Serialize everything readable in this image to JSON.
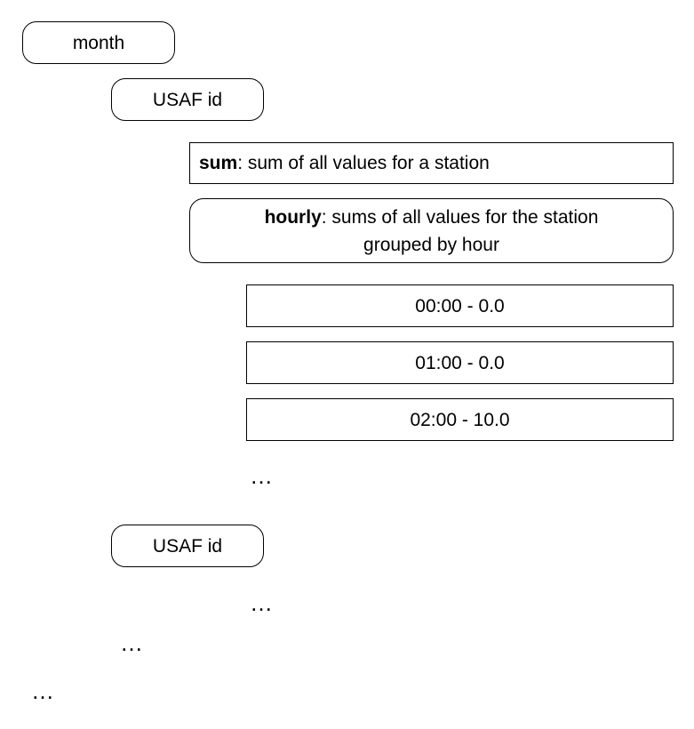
{
  "nodes": {
    "month": "month",
    "usaf_id_1": "USAF id",
    "sum_key": "sum",
    "sum_text": ": sum of all values for a station",
    "hourly_key": "hourly",
    "hourly_text_line1": ": sums of all values for the station",
    "hourly_text_line2": "grouped by hour",
    "hour_00": "00:00 - 0.0",
    "hour_01": "01:00 - 0.0",
    "hour_02": "02:00  - 10.0",
    "usaf_id_2": "USAF id"
  },
  "ellipses": {
    "hours_more": "…",
    "station_more": "…",
    "stations_more": "…",
    "months_more": "…"
  }
}
